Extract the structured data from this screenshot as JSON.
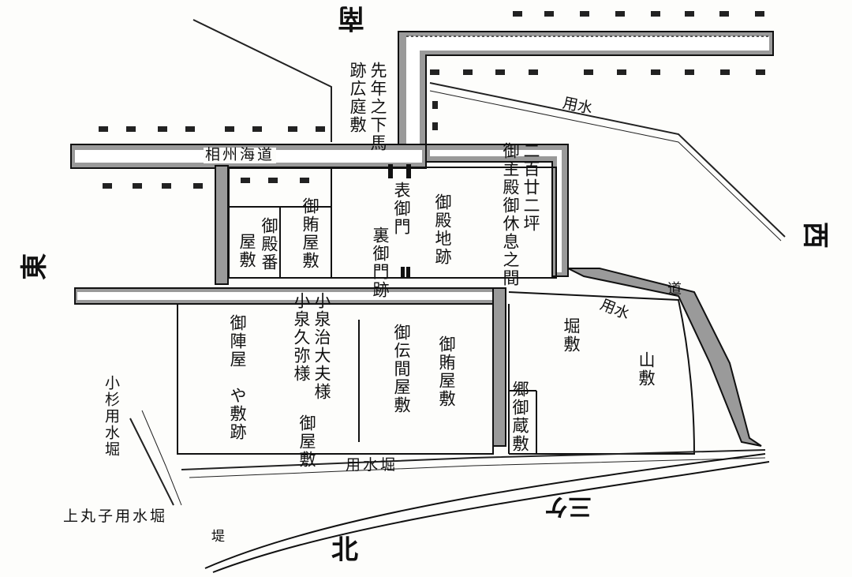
{
  "map": {
    "directions": {
      "south": "南",
      "east": "東",
      "west": "西",
      "north": "北"
    },
    "roads": {
      "sagami_kaido": "相州海道",
      "michi": "道"
    },
    "waterways": {
      "yosui_ne": "用水",
      "yosui_e": "用水",
      "yosui_bori": "用水堀",
      "kosugi_yosui_bori": "小杉用水堀",
      "kamimaruko_yosui_bori": "上丸子用水堀",
      "tsutsumi": "堤"
    },
    "river": "三ケ",
    "places": {
      "senen_geba": "先年之下馬",
      "atohirobanishiki": "跡広庭敷",
      "nihyaku": "二百廿二坪",
      "goshuden": "御主殿御休息之間",
      "omote_gomon": "表御門",
      "goten_chiato": "御殿地跡",
      "ura_gomon": "裏御門跡",
      "gomakanaiyashiki": "御賄屋敷",
      "goten_ban": "御殿番",
      "yashiki": "屋敷",
      "koizumi_jidayu": "小泉治大夫様",
      "koizumi_kyuya": "小泉久弥様",
      "go_yashiki": "御屋敷",
      "gojinya": "御陣屋",
      "yashikiato": "や敷跡",
      "godenma_yashiki": "御伝間屋敷",
      "gomakanai_yashiki2": "御賄屋敷",
      "gogura_yashiki": "郷御蔵敷",
      "horishiki": "堀敷",
      "yamashiki": "山敷"
    }
  }
}
